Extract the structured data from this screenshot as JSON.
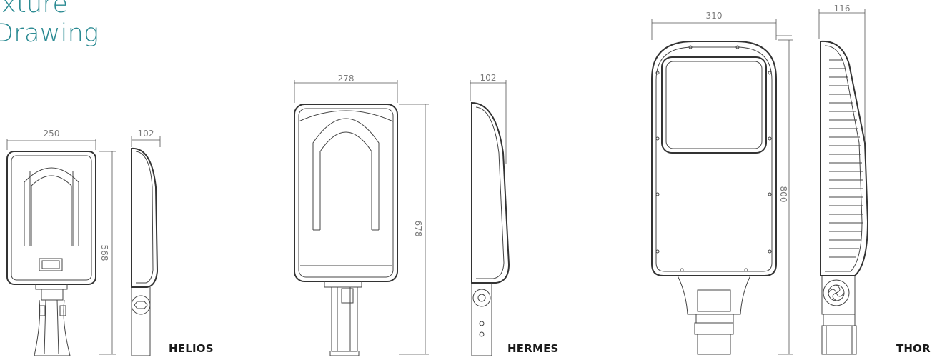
{
  "heading": {
    "line1": "ixture",
    "line2": "Drawing"
  },
  "colors": {
    "accent": "#2a8a92",
    "line": "#444444",
    "dimension_text": "#7a7a7a"
  },
  "products": [
    {
      "name": "HELIOS",
      "width": "250",
      "depth": "102",
      "length": "568"
    },
    {
      "name": "HERMES",
      "width": "278",
      "depth": "102",
      "length": "678"
    },
    {
      "name": "THOR",
      "width": "310",
      "depth": "116",
      "length": "800"
    }
  ]
}
